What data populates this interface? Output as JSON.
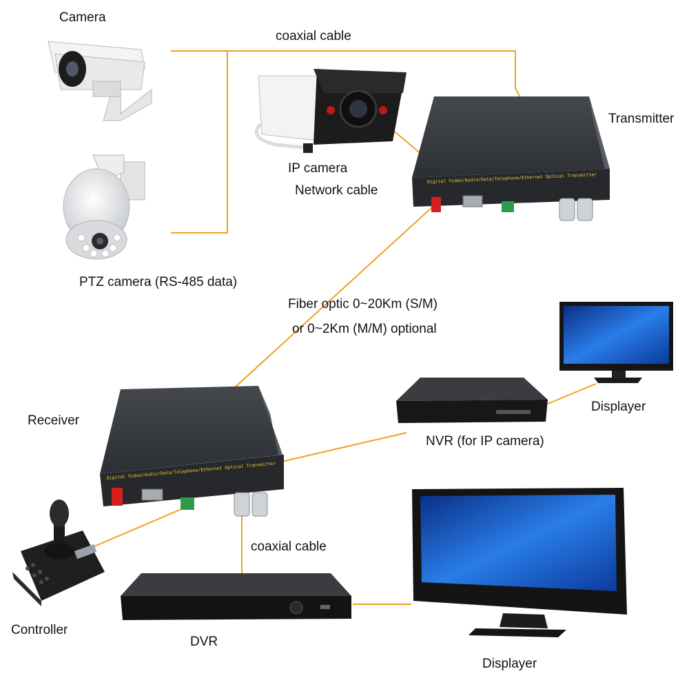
{
  "colors": {
    "cable": "#f0a020",
    "device_body": "#2f3236",
    "device_top": "#3c3f44",
    "bnc_metal": "#cfd3d7",
    "terminal_green": "#2e9b4a",
    "fiber_red": "#d62020",
    "screen_blue": "#1a5fd0",
    "camera_white": "#f2f2f2"
  },
  "labels": {
    "camera": "Camera",
    "coax_top": "coaxial cable",
    "transmitter": "Transmitter",
    "ip_camera": "IP camera",
    "network_cable": "Network cable",
    "ptz_camera": "PTZ camera (RS-485 data)",
    "fiber_line1": "Fiber optic 0~20Km (S/M)",
    "fiber_line2": "or 0~2Km (M/M) optional",
    "receiver": "Receiver",
    "displayer_top": "Displayer",
    "nvr": "NVR (for IP camera)",
    "coax_bottom": "coaxial cable",
    "controller": "Controller",
    "dvr": "DVR",
    "displayer_bottom": "Displayer"
  },
  "device_text": {
    "transmitter_front": "Digital Video/Audio/Data/Telephone/Ethernet Optical Transmitter",
    "receiver_front": "Digital Video/Audio/Data/Telephone/Ethernet Optical Transmitter"
  }
}
